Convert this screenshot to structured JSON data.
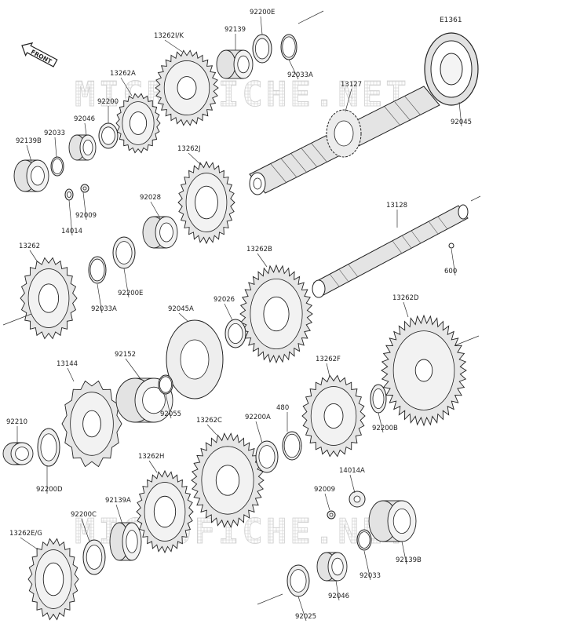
{
  "diagram": {
    "ref_code": "E1361",
    "front_label": "FRONT",
    "watermark": "MICROFICHE.NET",
    "colors": {
      "line": "#2b2b2b",
      "metal": "#d9d9d9",
      "metal_dark": "#9a9a9a",
      "watermark": "#cfcfcf"
    },
    "labels": {
      "p92200E_top": "92200E",
      "p92139": "92139",
      "p13262IK": "13262I/K",
      "p92033A_top": "92033A",
      "p13262A": "13262A",
      "p92200": "92200",
      "p92046_top": "92046",
      "p92033": "92033",
      "p92139B_left": "92139B",
      "p14014": "14014",
      "p92009": "92009",
      "p13127": "13127",
      "p92045": "92045",
      "p13262J": "13262J",
      "p92028": "92028",
      "p13128": "13128",
      "p600": "600",
      "p13262": "13262",
      "p92200E": "92200E",
      "p92033A": "92033A",
      "p13262B": "13262B",
      "p92045A": "92045A",
      "p92026": "92026",
      "p13262D": "13262D",
      "p13144": "13144",
      "p92152": "92152",
      "p92055": "92055",
      "p13262F": "13262F",
      "p92200B": "92200B",
      "p92210": "92210",
      "p13262C": "13262C",
      "p92200A": "92200A",
      "p480": "480",
      "p92200D": "92200D",
      "p13262H": "13262H",
      "p14014A": "14014A",
      "p92009b": "92009",
      "p92200C": "92200C",
      "p92139A": "92139A",
      "p13262EG": "13262E/G",
      "p92033b": "92033",
      "p92139Bb": "92139B",
      "p92046b": "92046",
      "p92025": "92025"
    }
  }
}
